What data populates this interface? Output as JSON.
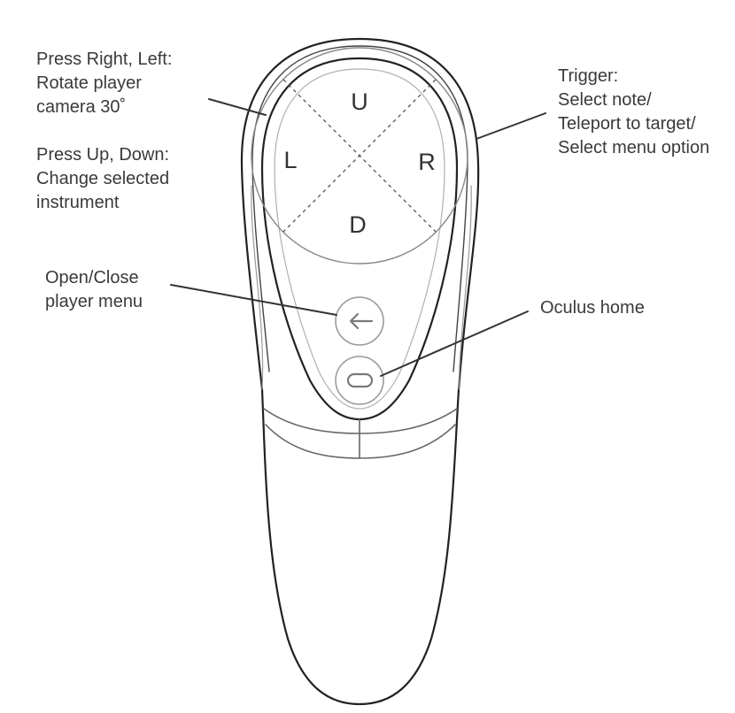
{
  "annotations": {
    "rotate": [
      "Press Right, Left:",
      "Rotate player",
      "camera 30˚"
    ],
    "instrument": [
      "Press Up, Down:",
      "Change selected",
      "instrument"
    ],
    "menu": [
      "Open/Close",
      "player menu"
    ],
    "trigger": [
      "Trigger:",
      "Select note/",
      "Teleport to target/",
      "Select menu option"
    ],
    "home": [
      "Oculus home"
    ]
  },
  "dpad": {
    "up": "U",
    "left": "L",
    "right": "R",
    "down": "D"
  },
  "icons": {
    "back_button": "back-arrow-icon",
    "home_button": "oculus-home-icon"
  },
  "colors": {
    "outline": "#222222",
    "inner_outline": "#9a9a9a",
    "text": "#3a3a3a"
  }
}
